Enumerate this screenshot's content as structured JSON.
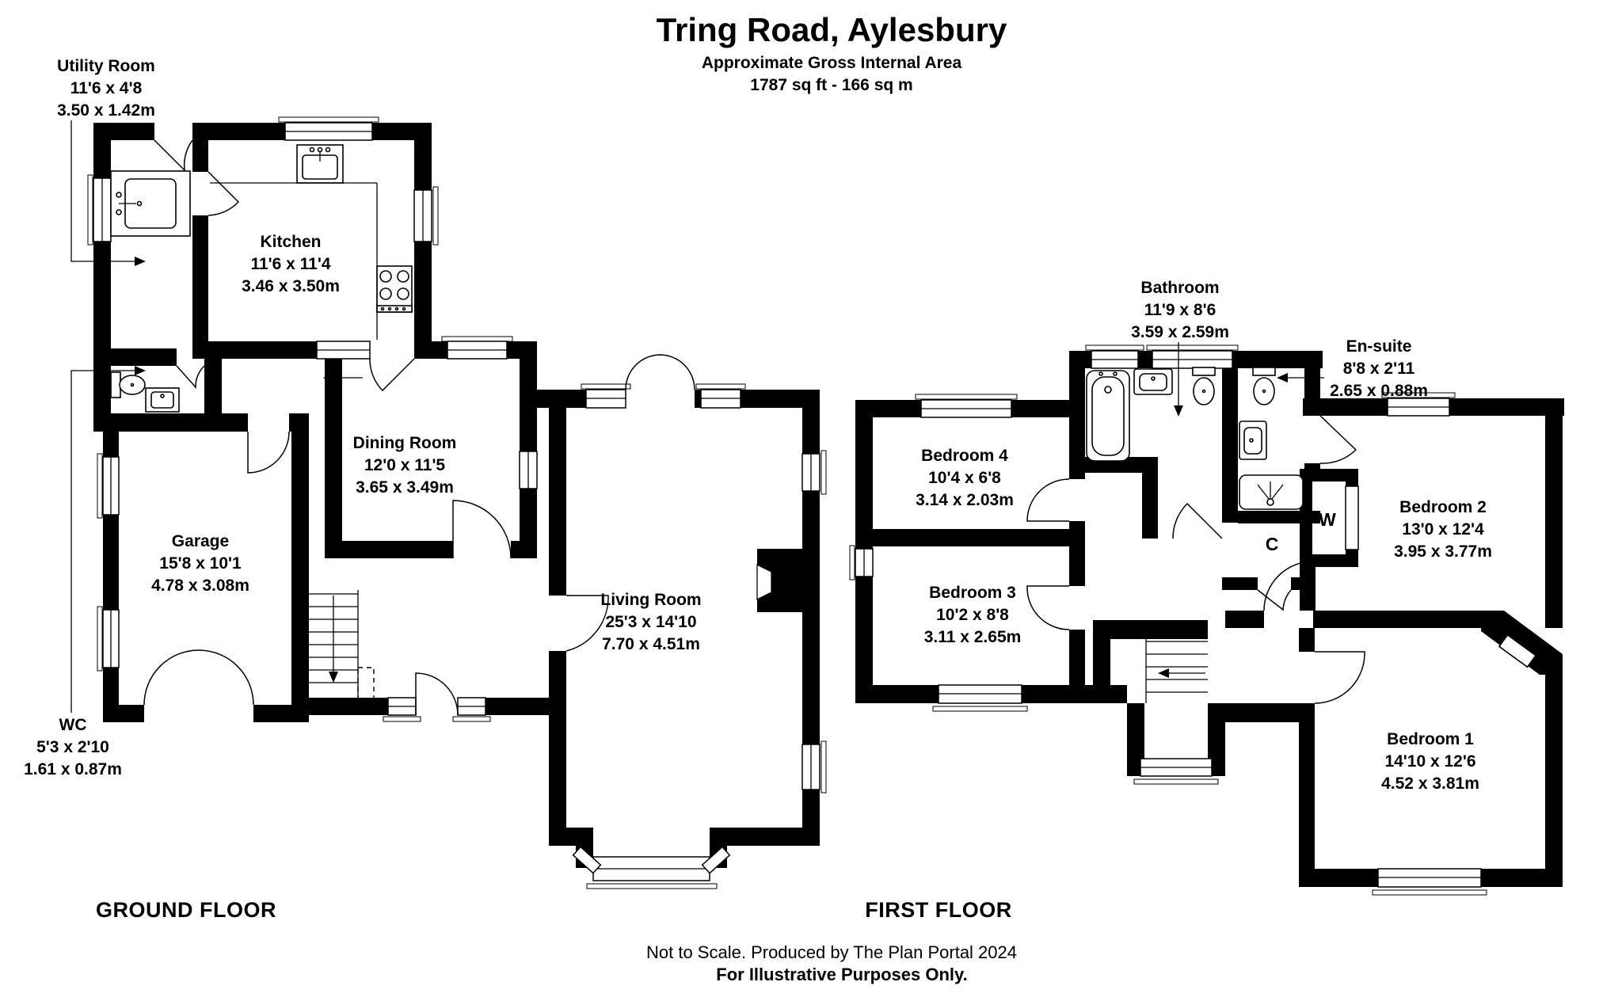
{
  "header": {
    "title": "Tring Road, Aylesbury",
    "subtitle": "Approximate Gross Internal Area",
    "area": "1787 sq ft - 166 sq m"
  },
  "ground_floor": {
    "label": "GROUND FLOOR",
    "rooms": {
      "utility": {
        "name": "Utility Room",
        "imperial": "11'6 x 4'8",
        "metric": "3.50 x 1.42m"
      },
      "kitchen": {
        "name": "Kitchen",
        "imperial": "11'6 x 11'4",
        "metric": "3.46 x 3.50m"
      },
      "dining": {
        "name": "Dining Room",
        "imperial": "12'0 x 11'5",
        "metric": "3.65 x 3.49m"
      },
      "living": {
        "name": "Living Room",
        "imperial": "25'3 x 14'10",
        "metric": "7.70 x 4.51m"
      },
      "garage": {
        "name": "Garage",
        "imperial": "15'8 x 10'1",
        "metric": "4.78 x 3.08m"
      },
      "wc": {
        "name": "WC",
        "imperial": "5'3 x 2'10",
        "metric": "1.61 x 0.87m"
      }
    }
  },
  "first_floor": {
    "label": "FIRST FLOOR",
    "rooms": {
      "bathroom": {
        "name": "Bathroom",
        "imperial": "11'9 x 8'6",
        "metric": "3.59 x 2.59m"
      },
      "ensuite": {
        "name": "En-suite",
        "imperial": "8'8 x 2'11",
        "metric": "2.65 x 0.88m"
      },
      "bed1": {
        "name": "Bedroom 1",
        "imperial": "14'10 x 12'6",
        "metric": "4.52 x 3.81m"
      },
      "bed2": {
        "name": "Bedroom 2",
        "imperial": "13'0 x 12'4",
        "metric": "3.95 x 3.77m"
      },
      "bed3": {
        "name": "Bedroom 3",
        "imperial": "10'2 x 8'8",
        "metric": "3.11 x 2.65m"
      },
      "bed4": {
        "name": "Bedroom 4",
        "imperial": "10'4 x 6'8",
        "metric": "3.14 x 2.03m"
      },
      "wardrobe": {
        "label": "W"
      },
      "cupboard": {
        "label": "C"
      }
    }
  },
  "footer": {
    "line1": "Not to Scale. Produced by The Plan Portal 2024",
    "line2": "For Illustrative Purposes Only."
  }
}
